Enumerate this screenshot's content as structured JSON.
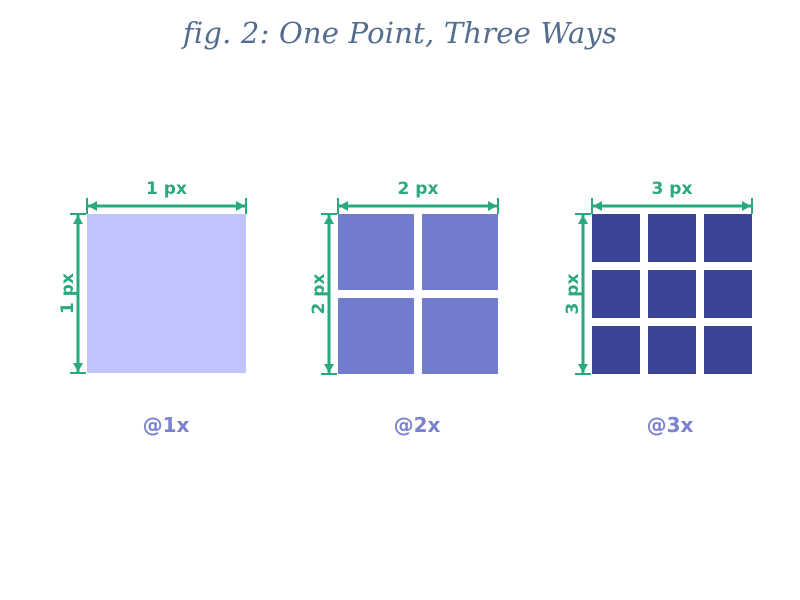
{
  "title": "fig. 2: One Point, Three Ways",
  "colors": {
    "title": "#536d8e",
    "measure": "#2aa97c",
    "scale_label": "#7b82cf"
  },
  "panels": [
    {
      "id": "1x",
      "scale_label": "@1x",
      "width_label": "1 px",
      "height_label": "1 px",
      "grid": 1,
      "fill": "#c0c4fc"
    },
    {
      "id": "2x",
      "scale_label": "@2x",
      "width_label": "2 px",
      "height_label": "2 px",
      "grid": 2,
      "fill": "#737bcd"
    },
    {
      "id": "3x",
      "scale_label": "@3x",
      "width_label": "3 px",
      "height_label": "3 px",
      "grid": 3,
      "fill": "#3c4595"
    }
  ]
}
